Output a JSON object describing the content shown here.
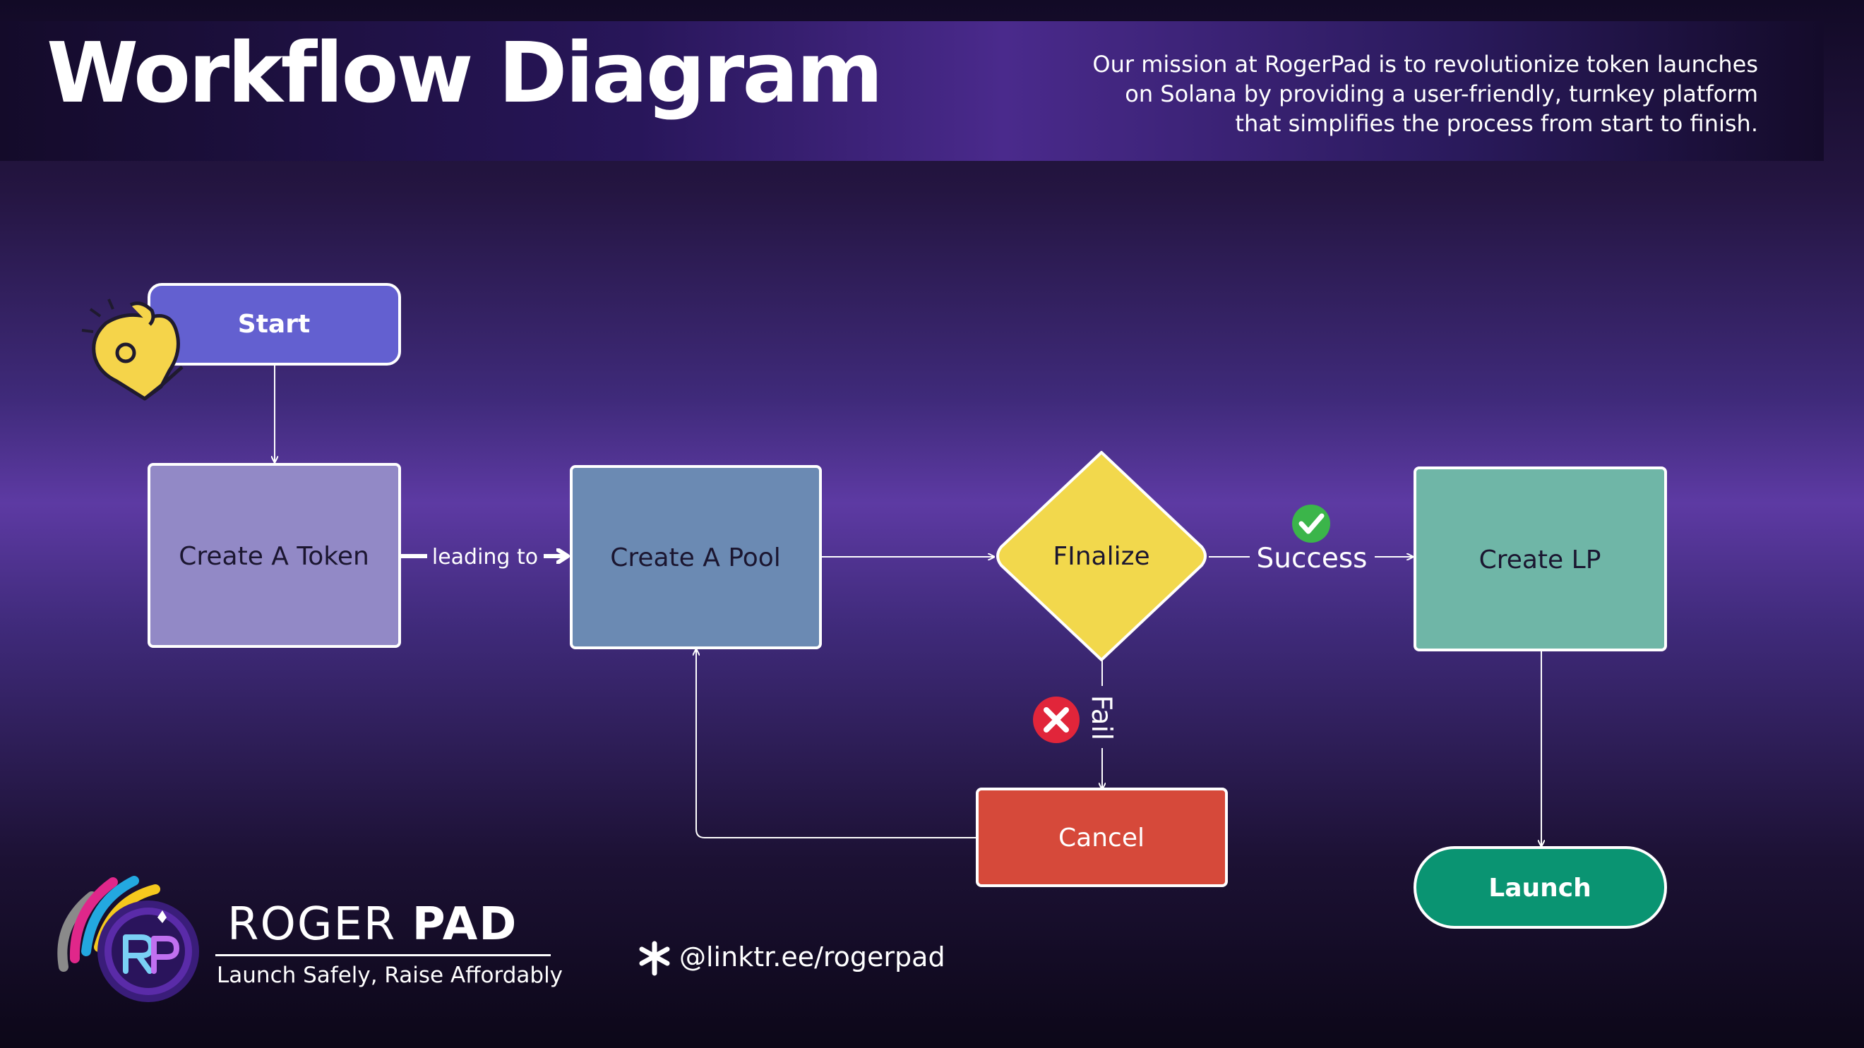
{
  "header": {
    "title": "Workflow Diagram",
    "mission_lines": [
      "Our mission at RogerPad is to revolutionize token launches",
      "on Solana by providing a user-friendly, turnkey platform",
      "that simplifies the process from start to finish."
    ]
  },
  "nodes": {
    "start": "Start",
    "create_token": "Create A Token",
    "create_pool": "Create A Pool",
    "finalize": "FInalize",
    "create_lp": "Create LP",
    "cancel": "Cancel",
    "launch": "Launch"
  },
  "edges": {
    "leading_to": "leading to",
    "success": "Success",
    "fail": "Fail"
  },
  "brand": {
    "name_light": "ROGER ",
    "name_bold": "PAD",
    "tagline": "Launch Safely, Raise Affordably",
    "link": "@linktr.ee/rogerpad"
  },
  "colors": {
    "start": "#6360d0",
    "create_token": "#9289c6",
    "create_pool": "#6b8ab3",
    "finalize": "#f2d84c",
    "create_lp": "#6fb6a7",
    "cancel": "#d6493a",
    "launch": "#0a9472",
    "success_badge": "#3bb54a",
    "fail_badge": "#e1253a"
  },
  "icons": [
    "ok-hand-icon",
    "checkmark-icon",
    "x-mark-icon",
    "linktree-icon"
  ]
}
